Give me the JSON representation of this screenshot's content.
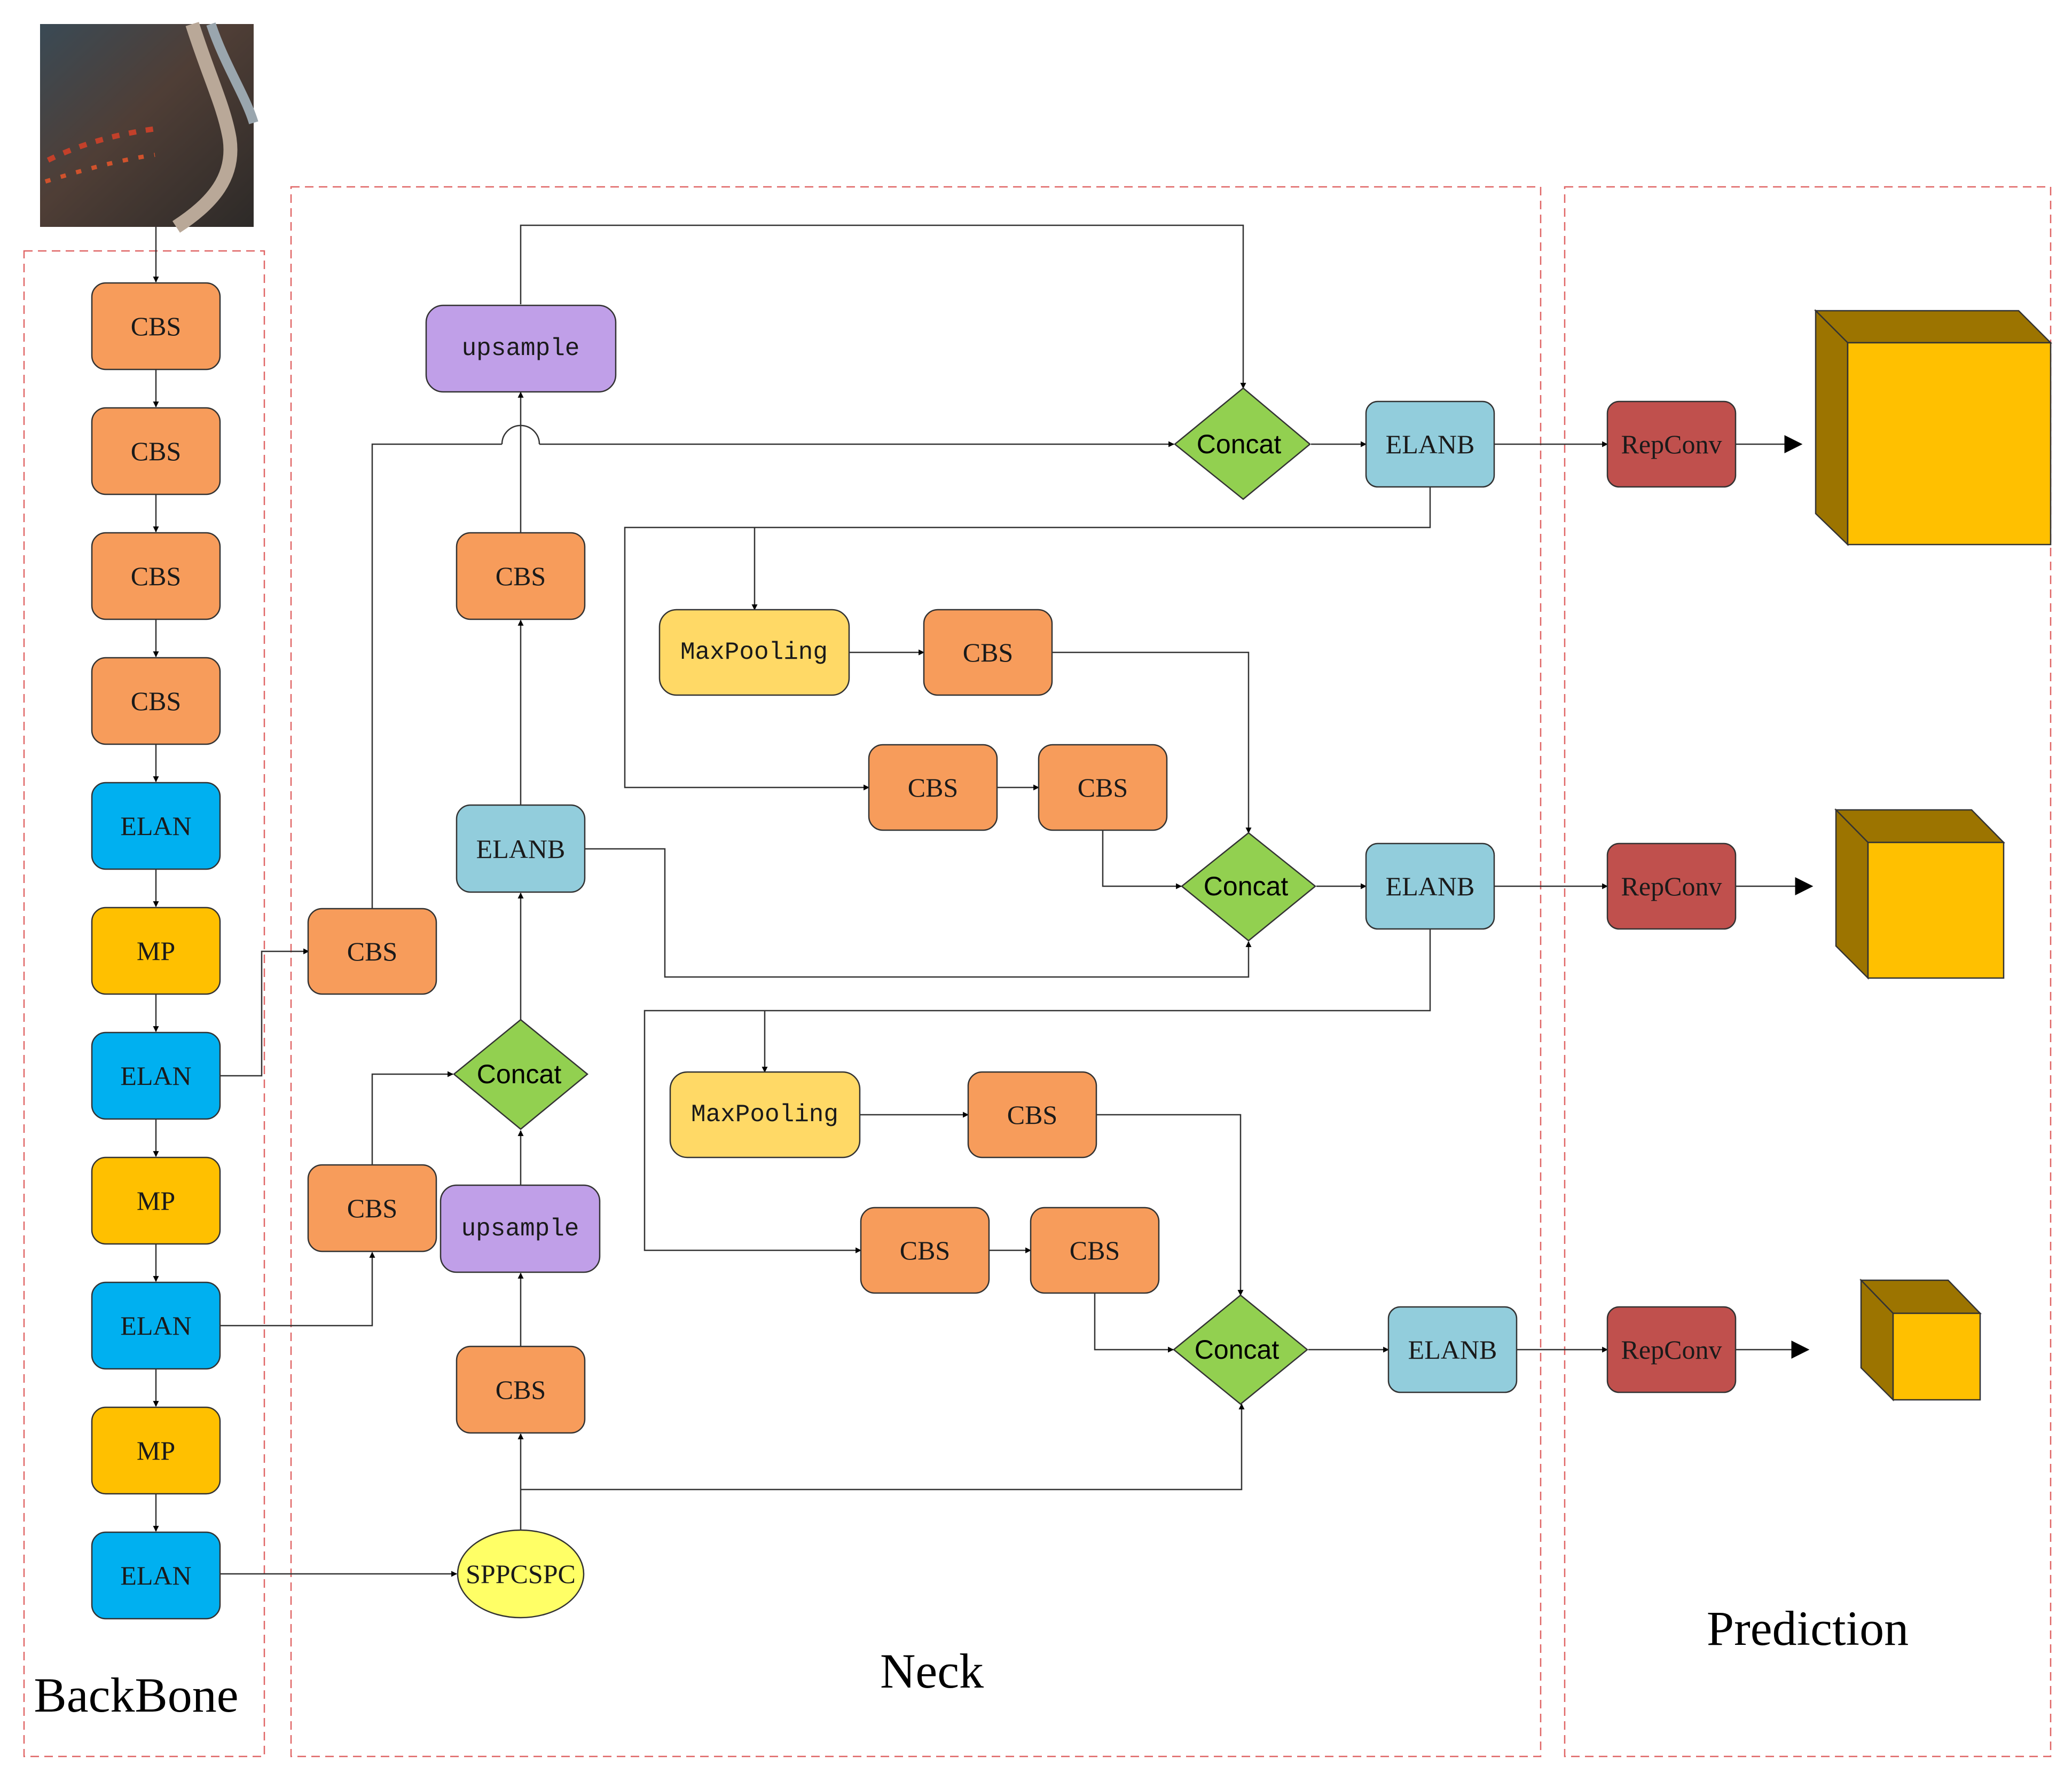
{
  "sections": {
    "backbone": "BackBone",
    "neck": "Neck",
    "prediction": "Prediction"
  },
  "labels": {
    "cbs": "CBS",
    "elan": "ELAN",
    "mp": "MP",
    "elanb": "ELANB",
    "concat": "Concat",
    "upsample": "upsample",
    "maxpooling": "MaxPooling",
    "sppcspc": "SPPCSPC",
    "repconv": "RepConv"
  },
  "colors": {
    "cbs": "#F79C5B",
    "elan": "#00B0F0",
    "mp": "#FFC000",
    "elanb": "#92CDDC",
    "concat": "#92D050",
    "upsample": "#C09FE8",
    "maxpooling": "#FFD966",
    "sppcspc": "#FFFF66",
    "repconv": "#C0504D",
    "cube_front": "#FFC000",
    "cube_side": "#9C7400",
    "section_border": "#E06666"
  }
}
